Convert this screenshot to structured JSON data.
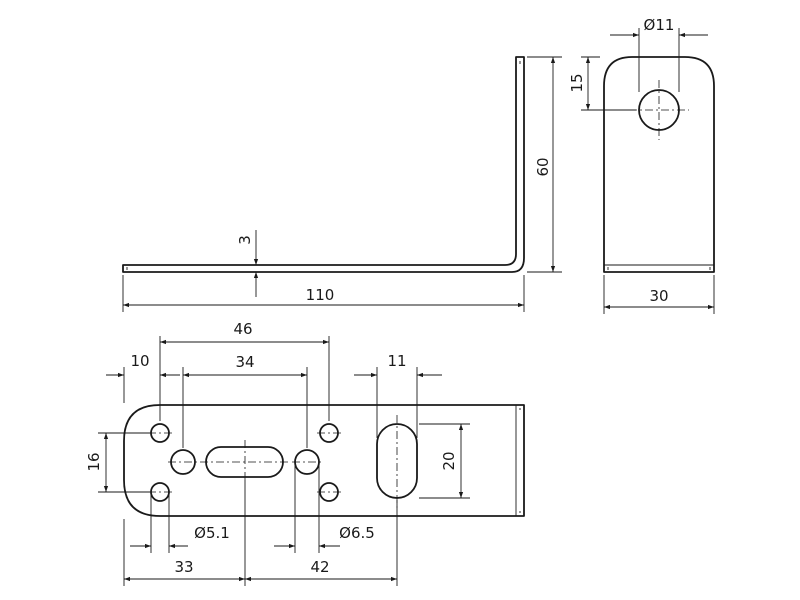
{
  "side_view": {
    "length_label": "110",
    "height_label": "60",
    "thickness_label": "3"
  },
  "end_view": {
    "hole_diameter_label": "Ø11",
    "hole_offset_label": "15",
    "width_label": "30"
  },
  "plan_view": {
    "span_46_label": "46",
    "edge_10_label": "10",
    "center_34_label": "34",
    "slot_11_label": "11",
    "height_16_label": "16",
    "slot_20_label": "20",
    "small_hole_label": "Ø5.1",
    "large_hole_label": "Ø6.5",
    "left_33_label": "33",
    "right_42_label": "42"
  }
}
